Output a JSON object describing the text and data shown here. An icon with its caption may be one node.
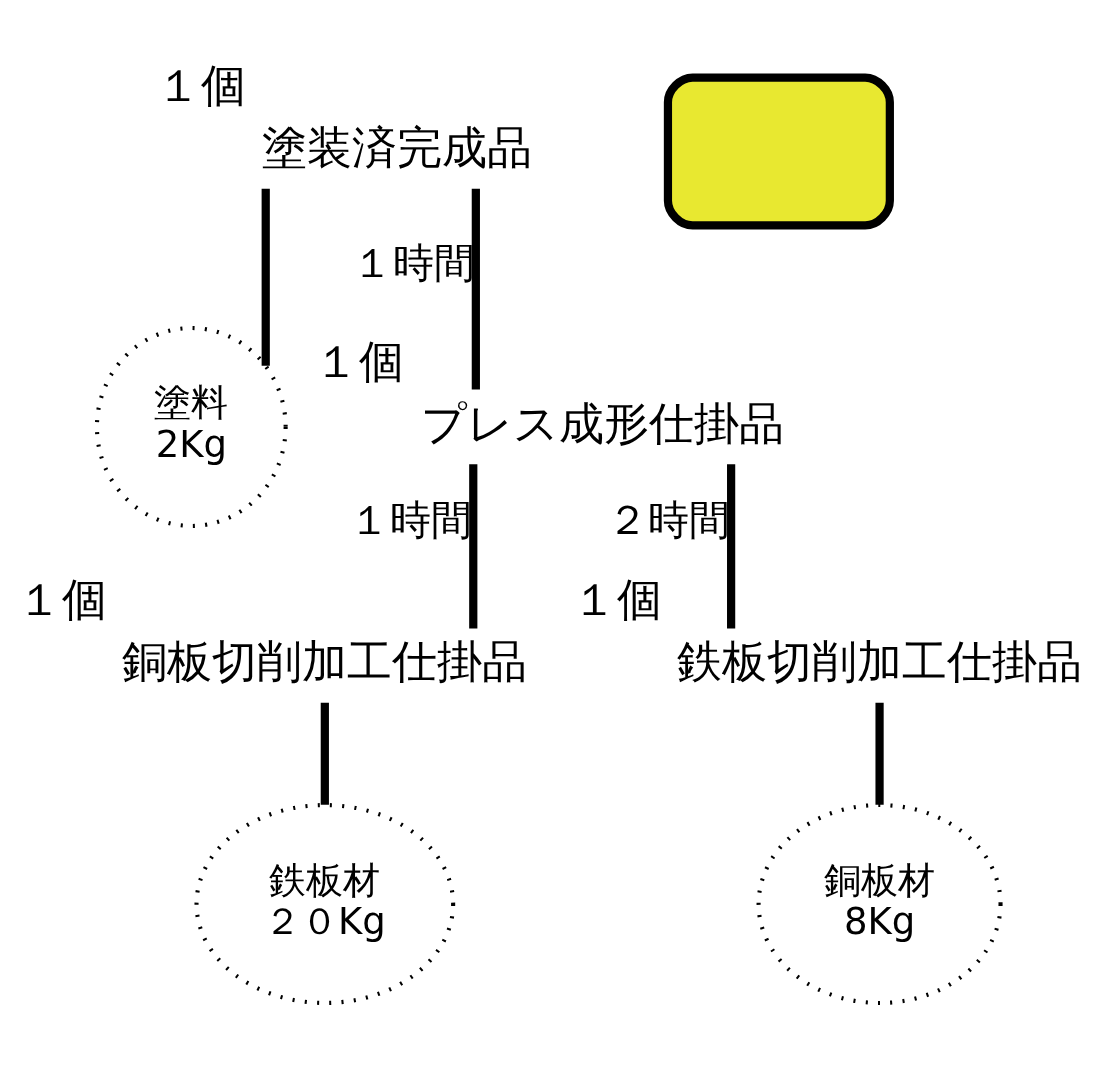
{
  "diagram": {
    "nodes": [
      {
        "text": [
          "塗装済完成品"
        ],
        "beside": [
          "１個"
        ]
      },
      {
        "text": [
          "塗料",
          "2Kg"
        ]
      },
      {
        "text": [
          "プレス成形仕掛品"
        ],
        "beside": [
          "１個"
        ]
      },
      {
        "text": [
          "銅板切削加工仕掛品"
        ],
        "beside": [
          "１個"
        ]
      },
      {
        "text": [
          "鉄板切削加工仕掛品"
        ],
        "beside": [
          "１個"
        ]
      },
      {
        "text": [
          "鉄板材",
          "２０Kg"
        ]
      },
      {
        "text": [
          "銅板材",
          "8Kg"
        ]
      },
      {
        "text": [],
        "shape": "box"
      }
    ],
    "edges": [
      {
        "from": 0,
        "to": 1,
        "arrow": "none"
      },
      {
        "from": 0,
        "to": 2,
        "arrow": "none",
        "label": "１時間"
      },
      {
        "from": 2,
        "to": 3,
        "arrow": "none",
        "label": "１時間"
      },
      {
        "from": 2,
        "to": 4,
        "arrow": "none",
        "label": "２時間"
      },
      {
        "from": 3,
        "to": 5,
        "arrow": "none"
      },
      {
        "from": 4,
        "to": 6,
        "arrow": "none"
      }
    ]
  }
}
